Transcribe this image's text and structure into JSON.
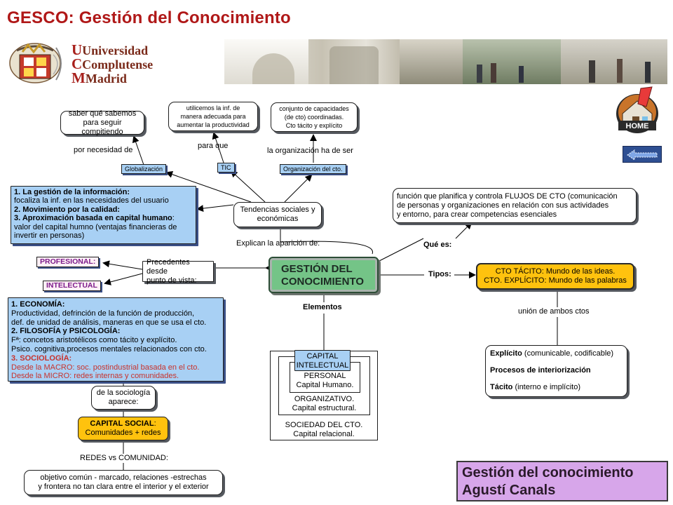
{
  "header": {
    "title": "GESCO: Gestión del Conocimiento",
    "university": [
      "Universidad",
      "Complutense",
      "Madrid"
    ]
  },
  "nodes": {
    "saber": "saber qué sabemos\npara seguir compitiendo",
    "utilicemos": "utilicemos la inf. de\nmanera adecuada para\naumentar la productividad",
    "conjunto": "conjunto de capacidades\n(de cto) coordinadas.\nCto tácito y explícito",
    "tendencias": "Tendencias sociales y\neconómicas",
    "precedentes": "Precedentes desde\npunto de vista:",
    "main": "GESTIÓN DEL\nCONOCIMIENTO",
    "funcion": "función que planifica y controla FLUJOS DE CTO (comunicación\nde personas y organizaciones en relación con sus actividades\ny entorno, para crear competencias esenciales",
    "tacito_exp": "CTO TÁCITO: Mundo de las ideas.\nCTO. EXPLÍCITO: Mundo de las palabras",
    "sociologia": "de la sociología\naparece:",
    "capital_social_label": "CAPITAL SOCIAL",
    "capital_social_rest": "Comunidades + redes",
    "objetivo": "objetivo común - marcado, relaciones -estrechas\ny frontera no tan clara entre el interior y el exterior"
  },
  "tags": {
    "globalizacion": "Globalización",
    "tic": "TIC",
    "organizacion": "Organización del cto.",
    "profesional": "PROFESIONAL:",
    "intelectual": "INTELECTUAL"
  },
  "links": {
    "por_necesidad": "por necesidad de",
    "para_que": "para que",
    "organizacion_ha": "la organización ha de ser",
    "explican": "Explican la aparición de:",
    "que_es": "Qué es:",
    "tipos": "Tipos:",
    "elementos": "Elementos",
    "union": "unión de ambos ctos",
    "redes": "REDES vs COMUNIDAD:"
  },
  "gestion_info": {
    "h1": "1. La gestión de la información:",
    "l1": "focaliza la inf. en las necesidades del usuario",
    "h2": "2. Movimiento por la calidad:",
    "h3": "3. Aproximación basada en capital humano",
    "l3a": ":",
    "l3": "valor del capital humno (ventajas financieras de",
    "l4": "invertir en personas)"
  },
  "economia": {
    "h1": "1. ECONOMÍA:",
    "l1": "Productividad, defrinción de la función de producción,",
    "l2": "def. de unidad de análisis, maneras en que se usa el cto.",
    "h2": "2. FILOSOFÍA y PSICOLOGÍA:",
    "l3": "Fª: concetos aristotélicos como tácito y explícito.",
    "l4": "Psico. cognitiva,procesos mentales relacionados con cto.",
    "h3": "3. SOCIOLOGÍA:",
    "l5": "Desde la MACRO: soc. postindustrial basada en el cto.",
    "l6": "Desde la MICRO: redes internas y comunidades."
  },
  "capital": {
    "intelectual": "CAPITAL\nINTELECTUAL",
    "personal": "PERSONAL\nCapital Humano.",
    "organizativo": "ORGANIZATIVO.\nCapital estructural.",
    "sociedad": "SOCIEDAD DEL CTO.\nCapital relacional."
  },
  "procesos": {
    "explicito_b": "Explícito",
    "explicito_r": " (comunicable, codificable)",
    "procesos": "Procesos de interiorización",
    "tacito_b": "Tácito",
    "tacito_r": " (interno e implícito)"
  },
  "author": "Gestión del conocimiento\nAgustí Canals",
  "nav": {
    "home": "HOME"
  },
  "colors": {
    "title": "#b01818",
    "main_node": "#74c487",
    "blue_node": "#a8d0f4",
    "yellow_node": "#ffc20e",
    "author_box": "#d7a6ea"
  }
}
